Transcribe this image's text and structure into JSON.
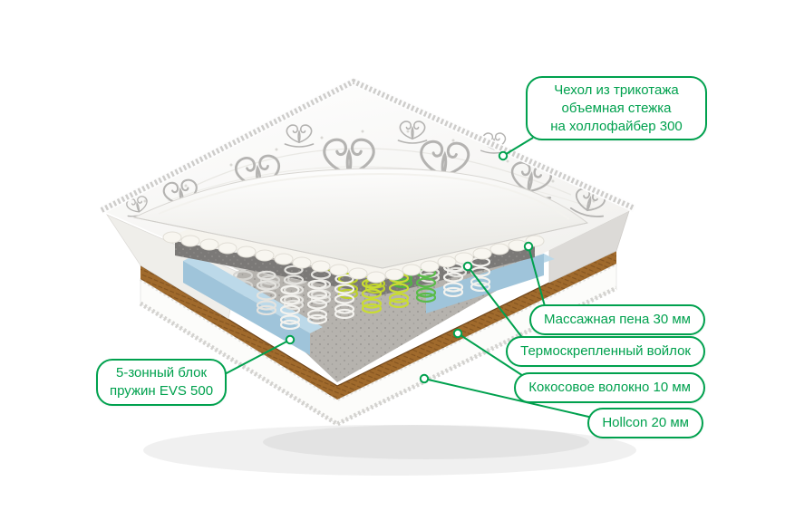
{
  "figure": {
    "kind": "mattress-layers-diagram"
  },
  "colors": {
    "accent": "#00a14e",
    "cover_white": "#ffffff",
    "pattern_gray": "#b4b3b1",
    "foam_side_blue": "#9fc4da",
    "foam_side_blue_top": "#bcd9e9",
    "felt_gray": "#7b7977",
    "floor_gray": "#b6b3ae",
    "spring_white": "#f0efeb",
    "spring_lime": "#c0d42e",
    "spring_green": "#53b547",
    "coconut_brown": "#a06a2c",
    "base_white": "#fcfcfa"
  },
  "callouts": {
    "cover": {
      "lines": [
        "Чехол из трикотажа",
        "объемная стежка",
        "на холлофайбер 300"
      ]
    },
    "massage_foam": {
      "text": "Массажная пена 30 мм"
    },
    "felt": {
      "text": "Термоскрепленный войлок"
    },
    "coconut": {
      "text": "Кокосовое волокно 10 мм"
    },
    "hollcon": {
      "text": "Hollcon 20 мм"
    },
    "springs": {
      "lines": [
        "5-зонный блок",
        "пружин EVS 500"
      ]
    }
  }
}
